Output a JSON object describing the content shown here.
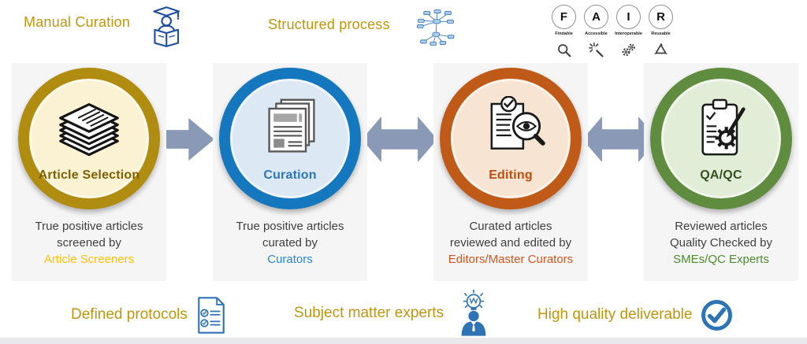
{
  "header": {
    "manual_curation_label": "Manual Curation",
    "structured_process_label": "Structured process"
  },
  "fair": {
    "items": [
      {
        "letter": "F",
        "label": "Findable",
        "icon": "magnifier-icon"
      },
      {
        "letter": "A",
        "label": "Accessible",
        "icon": "wand-icon"
      },
      {
        "letter": "I",
        "label": "Interoperable",
        "icon": "gears-icon"
      },
      {
        "letter": "R",
        "label": "Reusable",
        "icon": "recycle-icon"
      }
    ]
  },
  "stages": [
    {
      "name": "Article Selection",
      "icon": "paper-stack-icon",
      "caption_line1": "True positive articles",
      "caption_line2": "screened by",
      "caption_highlight": "Article Screeners",
      "ring_color": "#B08C10",
      "fill_color": "#FAF2D2",
      "highlight_color": "#FFC000"
    },
    {
      "name": "Curation",
      "icon": "documents-icon",
      "caption_line1": "True positive articles",
      "caption_line2": "curated by",
      "caption_highlight": "Curators",
      "ring_color": "#1577BE",
      "fill_color": "#DCE9F5",
      "highlight_color": "#2787D8"
    },
    {
      "name": "Editing",
      "icon": "review-magnifier-icon",
      "caption_line1": "Curated articles",
      "caption_line2": "reviewed and edited by",
      "caption_highlight": "Editors/Master Curators",
      "ring_color": "#C05A18",
      "fill_color": "#F8E4D3",
      "highlight_color": "#D4561E"
    },
    {
      "name": "QA/QC",
      "icon": "clipboard-gear-icon",
      "caption_line1": "Reviewed articles",
      "caption_line2": "Quality Checked by",
      "caption_highlight": "SMEs/QC Experts",
      "ring_color": "#5F8C3E",
      "fill_color": "#E2EDD8",
      "highlight_color": "#4F8A2F"
    }
  ],
  "arrows": [
    {
      "type": "single-right"
    },
    {
      "type": "double-headed"
    },
    {
      "type": "double-headed"
    }
  ],
  "footer": {
    "items": [
      {
        "label": "Defined protocols",
        "icon": "checklist-icon"
      },
      {
        "label": "Subject matter experts",
        "icon": "expert-idea-icon"
      },
      {
        "label": "High quality deliverable",
        "icon": "check-circle-icon"
      }
    ]
  },
  "colors": {
    "gold_text": "#C0950C",
    "caption_text": "#3F3F3F",
    "arrow": "#8A9AB6",
    "icon_blue": "#2E74B5",
    "panel_background": "#F5F5F6"
  }
}
